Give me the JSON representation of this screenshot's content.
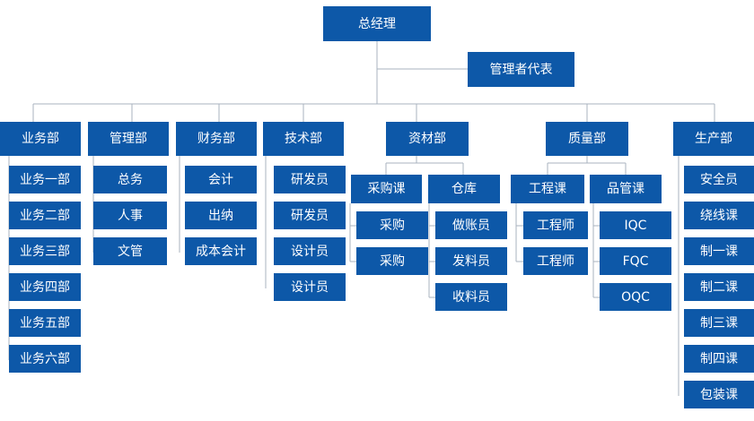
{
  "org": {
    "ceo": "总经理",
    "rep": "管理者代表",
    "departments": [
      {
        "name": "业务部",
        "items": [
          "业务一部",
          "业务二部",
          "业务三部",
          "业务四部",
          "业务五部",
          "业务六部"
        ]
      },
      {
        "name": "管理部",
        "items": [
          "总务",
          "人事",
          "文管"
        ]
      },
      {
        "name": "财务部",
        "items": [
          "会计",
          "出纳",
          "成本会计"
        ]
      },
      {
        "name": "技术部",
        "items": [
          "研发员",
          "研发员",
          "设计员",
          "设计员"
        ]
      },
      {
        "name": "资材部",
        "groups": [
          {
            "name": "采购课",
            "items": [
              "采购",
              "采购"
            ]
          },
          {
            "name": "仓库",
            "items": [
              "做账员",
              "发料员",
              "收料员"
            ]
          }
        ]
      },
      {
        "name": "质量部",
        "groups": [
          {
            "name": "工程课",
            "items": [
              "工程师",
              "工程师"
            ]
          },
          {
            "name": "品管课",
            "items": [
              "IQC",
              "FQC",
              "OQC"
            ]
          }
        ]
      },
      {
        "name": "生产部",
        "items": [
          "安全员",
          "绕线课",
          "制一课",
          "制二课",
          "制三课",
          "制四课",
          "包装课"
        ]
      }
    ]
  }
}
